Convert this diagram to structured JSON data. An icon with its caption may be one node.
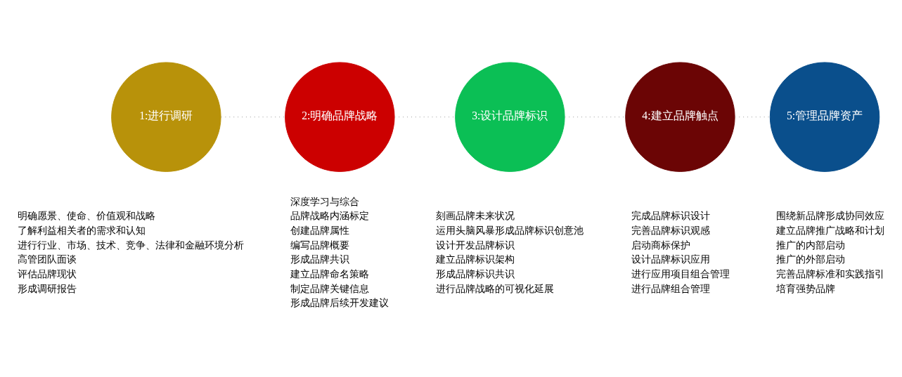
{
  "diagram": {
    "nodes": [
      {
        "text": [
          "1:进行调研"
        ],
        "beside": [
          "明确愿景、使命、价值观和战略",
          "了解利益相关者的需求和认知",
          "进行行业、市场、技术、竞争、法律和金融环境分析",
          "高管团队面谈",
          "评估品牌现状",
          "形成调研报告"
        ]
      },
      {
        "text": [
          "2:明确品牌战略"
        ],
        "beside": [
          "深度学习与综合",
          "品牌战略内涵标定",
          "创建品牌属性",
          "编写品牌概要",
          "形成品牌共识",
          "建立品牌命名策略",
          "制定品牌关键信息",
          "形成品牌后续开发建议"
        ]
      },
      {
        "text": [
          "3:设计品牌标识"
        ],
        "beside": [
          "刻画品牌未来状况",
          "运用头脑风暴形成品牌标识创意池",
          "设计开发品牌标识",
          "建立品牌标识架构",
          "形成品牌标识共识",
          "进行品牌战略的可视化延展"
        ]
      },
      {
        "text": [
          "4:建立品牌触点"
        ],
        "beside": [
          "完成品牌标识设计",
          "完善品牌标识观感",
          "启动商标保护",
          "设计品牌标识应用",
          "进行应用项目组合管理",
          "进行品牌组合管理"
        ]
      },
      {
        "text": [
          "5:管理品牌资产"
        ],
        "beside": [
          "围绕新品牌形成协同效应",
          "建立品牌推广战略和计划",
          "推广的内部启动",
          "推广的外部启动",
          "完善品牌标准和实践指引",
          "培育强势品牌"
        ]
      }
    ],
    "edges": [
      {
        "from": 0,
        "to": 1,
        "arrow": "none",
        "style": "dashed"
      },
      {
        "from": 1,
        "to": 2,
        "arrow": "none",
        "style": "dashed"
      },
      {
        "from": 2,
        "to": 3,
        "arrow": "none",
        "style": "dashed"
      },
      {
        "from": 3,
        "to": 4,
        "arrow": "none",
        "style": "dashed"
      }
    ]
  }
}
